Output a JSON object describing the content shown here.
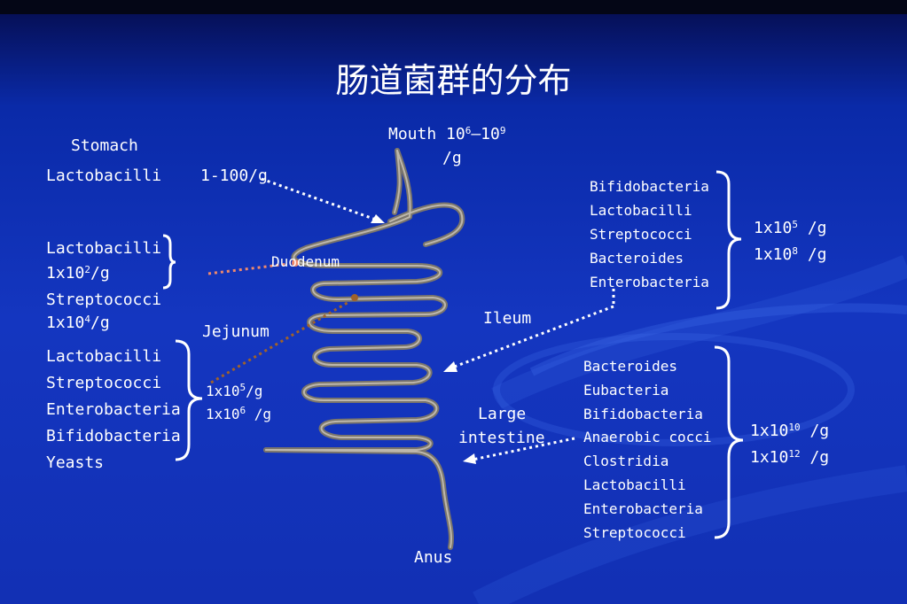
{
  "title": "肠道菌群的分布",
  "mouth": {
    "label": "Mouth 10",
    "exp1": "6",
    "dash": "–10",
    "exp2": "9",
    "unit": "/g"
  },
  "stomach": {
    "label": "Stomach",
    "organism": "Lactobacilli",
    "count": "1-100/g"
  },
  "duodenum": {
    "label": "Duodenum",
    "items": [
      {
        "name": "Lactobacilli",
        "count_base": "1x10",
        "count_exp": "2",
        "count_unit": "/g"
      },
      {
        "name": "Streptococci",
        "count_base": "1x10",
        "count_exp": "4",
        "count_unit": "/g"
      }
    ]
  },
  "jejunum": {
    "label": "Jejunum",
    "organisms": [
      "Lactobacilli",
      "Streptococci",
      "Enterobacteria",
      "Bifidobacteria",
      "Yeasts"
    ],
    "counts": [
      {
        "base": "1x10",
        "exp": "5",
        "unit": "/g"
      },
      {
        "base": "1x10",
        "exp": "6",
        "unit": " /g"
      }
    ]
  },
  "ileum": {
    "label": "Ileum",
    "organisms": [
      "Bifidobacteria",
      "Lactobacilli",
      "Streptococci",
      "Bacteroides",
      "Enterobacteria"
    ],
    "counts": [
      {
        "base": "1x10",
        "exp": "5",
        "unit": " /g"
      },
      {
        "base": "1x10",
        "exp": "8",
        "unit": " /g"
      }
    ]
  },
  "large_intestine": {
    "label_line1": "Large",
    "label_line2": "intestine",
    "organisms": [
      "Bacteroides",
      "Eubacteria",
      "Bifidobacteria",
      "Anaerobic cocci",
      "Clostridia",
      "Lactobacilli",
      "Enterobacteria",
      "Streptococci"
    ],
    "counts": [
      {
        "base": "1x10",
        "exp": "10",
        "unit": " /g"
      },
      {
        "base": "1x10",
        "exp": "12",
        "unit": " /g"
      }
    ]
  },
  "anus": {
    "label": "Anus"
  },
  "colors": {
    "background": "#1230b4",
    "text": "#ffffff",
    "arrow_white": "#ffffff",
    "arrow_salmon": "#f08a6c",
    "arrow_brown": "#a0622a",
    "intestine": "#9a948a"
  }
}
